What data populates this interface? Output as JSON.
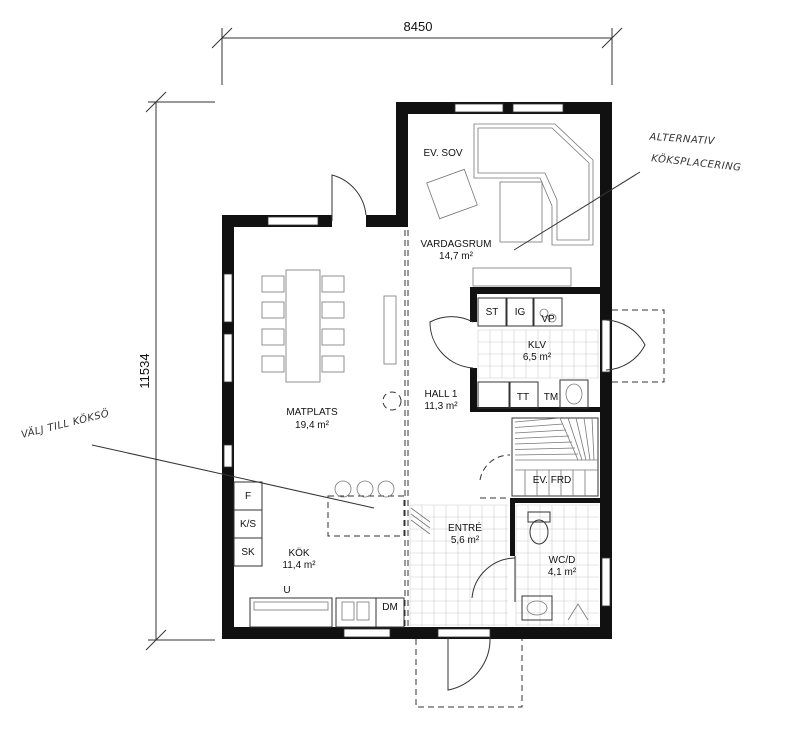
{
  "dimensions": {
    "width": "8450",
    "height": "11534"
  },
  "rooms": {
    "ev_sov": "EV. SOV",
    "vardagsrum": "VARDAGSRUM",
    "vardagsrum_area": "14,7 m²",
    "klv": "KLV",
    "klv_area": "6,5 m²",
    "hall": "HALL 1",
    "hall_area": "11,3 m²",
    "matplats": "MATPLATS",
    "matplats_area": "19,4 m²",
    "entre": "ENTRÉ",
    "entre_area": "5,6 m²",
    "kok": "KÖK",
    "kok_area": "11,4 m²",
    "wc": "WC/D",
    "wc_area": "4,1 m²",
    "ev_frd": "EV. FRD"
  },
  "fixtures": {
    "st": "ST",
    "ig": "IG",
    "vp": "VP",
    "tt": "TT",
    "tm": "TM",
    "f": "F",
    "ks": "K/S",
    "sk": "SK",
    "u": "U",
    "dm": "DM"
  },
  "annotations": {
    "alt_line1": "ALTERNATIV",
    "alt_line2": "KÖKSPLACERING",
    "valj": "VÄLJ TILL KÖKSÖ"
  }
}
